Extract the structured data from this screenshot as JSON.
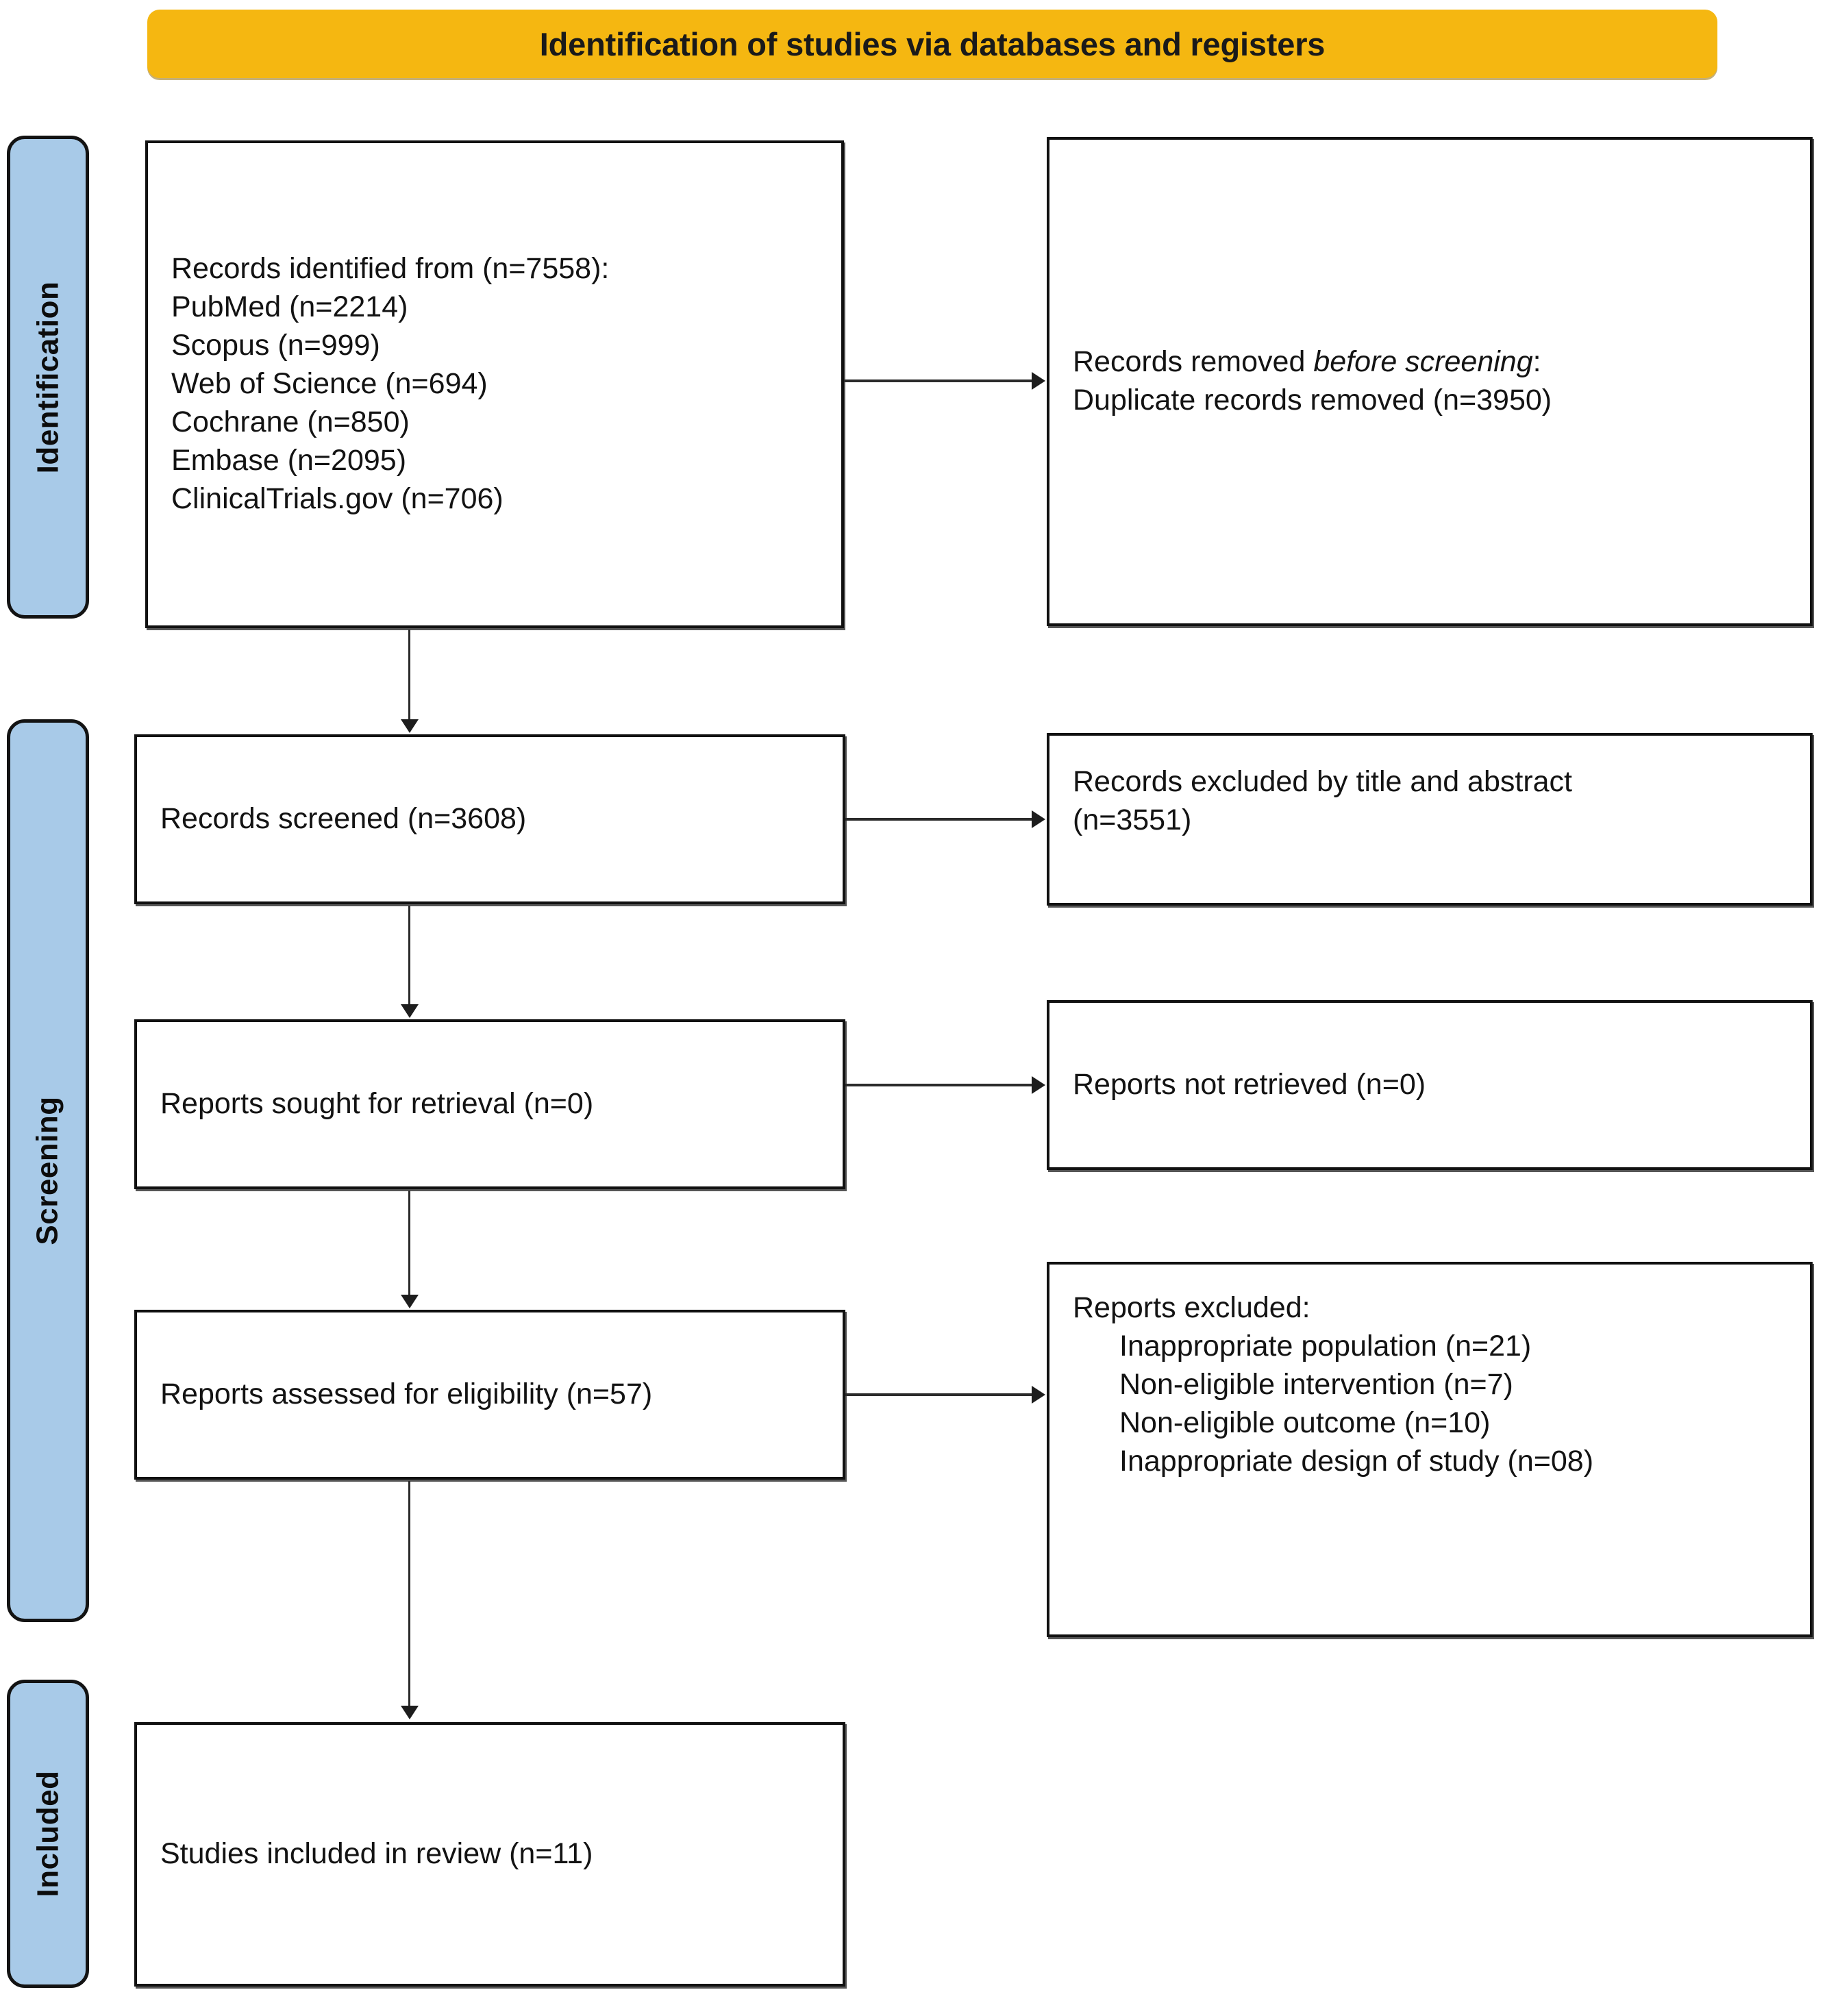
{
  "banner": {
    "title": "Identification of studies via databases and registers",
    "color": "#F5B711"
  },
  "stages": {
    "color": "#A8CAE8",
    "identification": "Identification",
    "screening": "Screening",
    "included": "Included"
  },
  "boxes": {
    "identified": {
      "lines": [
        "Records identified from (n=7558):",
        "PubMed (n=2214)",
        "Scopus (n=999)",
        "Web of Science (n=694)",
        "Cochrane (n=850)",
        "Embase (n=2095)",
        "ClinicalTrials.gov (n=706)"
      ]
    },
    "duplicates": {
      "line1_prefix": "Records removed ",
      "line1_italic": "before screening",
      "line1_suffix": ":",
      "line2": "Duplicate records removed (n=3950)"
    },
    "screened": {
      "line1": "Records screened (n=3608)"
    },
    "excluded_title_abstract": {
      "line1": "Records excluded by title and abstract",
      "line2": "(n=3551)"
    },
    "sought": {
      "line1": "Reports sought for retrieval (n=0)"
    },
    "not_retrieved": {
      "line1": "Reports not retrieved (n=0)"
    },
    "eligibility": {
      "line1": "Reports assessed for eligibility (n=57)"
    },
    "reports_excluded": {
      "heading": "Reports excluded:",
      "reasons": [
        "Inappropriate population (n=21)",
        "Non-eligible intervention (n=7)",
        "Non-eligible outcome (n=10)",
        "Inappropriate design of study (n=08)"
      ]
    },
    "included": {
      "line1": "Studies included in review (n=11)"
    }
  }
}
